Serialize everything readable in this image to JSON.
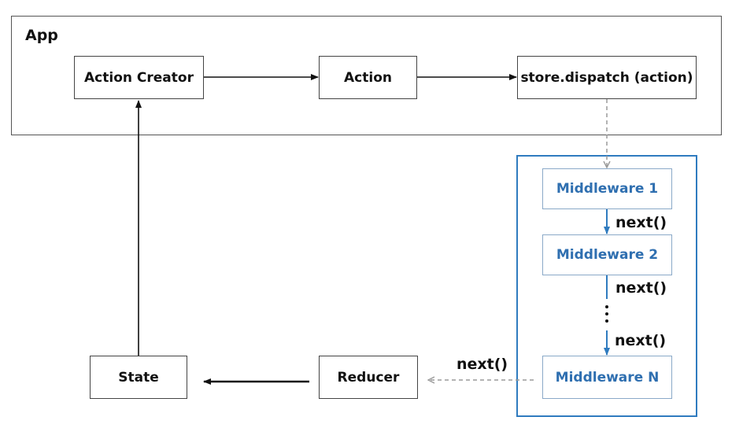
{
  "app": {
    "label": "App"
  },
  "nodes": {
    "action_creator": "Action Creator",
    "action": "Action",
    "dispatch": "store.dispatch (action)",
    "middleware_1": "Middleware 1",
    "middleware_2": "Middleware 2",
    "middleware_n": "Middleware N",
    "reducer": "Reducer",
    "state": "State"
  },
  "edge_labels": {
    "next_1": "next()",
    "next_2": "next()",
    "next_3": "next()",
    "next_4": "next()"
  },
  "colors": {
    "middleware_border": "#2f7bbf",
    "middleware_text": "#2f6fb0",
    "arrow_dark": "#111111",
    "arrow_dashed": "#9a9a9a"
  }
}
